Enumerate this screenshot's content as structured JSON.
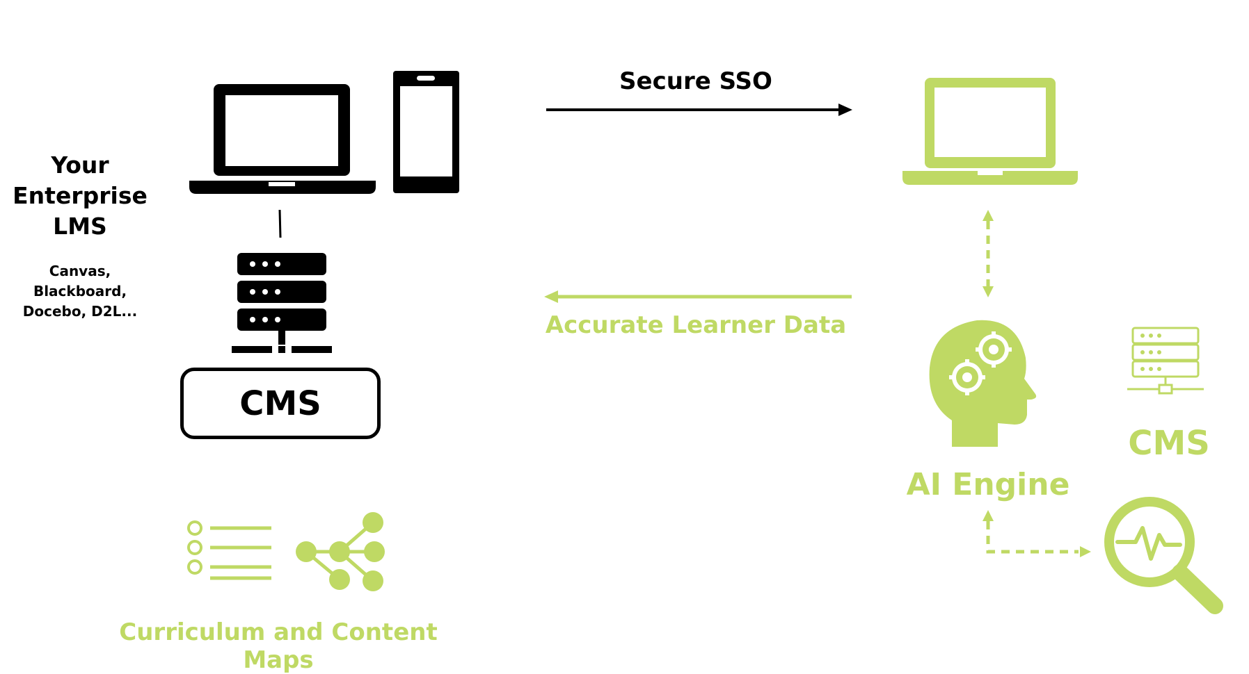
{
  "lms": {
    "title_line1": "Your",
    "title_line2": "Enterprise",
    "title_line3": "LMS",
    "examples_line1": "Canvas,",
    "examples_line2": "Blackboard,",
    "examples_line3": "Docebo, D2L..."
  },
  "local_cms": {
    "label": "CMS"
  },
  "flows": {
    "sso_label": "Secure SSO",
    "learner_data_label": "Accurate Learner Data"
  },
  "platform": {
    "ai_engine_label": "AI Engine",
    "cms_label": "CMS"
  },
  "curriculum": {
    "label": "Curriculum and Content Maps"
  },
  "colors": {
    "accent": "#bfd964",
    "dark": "#000000"
  },
  "icons": [
    "laptop-icon",
    "phone-icon",
    "server-icon",
    "laptop-icon",
    "brain-gears-icon",
    "server-icon",
    "analytics-magnifier-icon",
    "list-icon",
    "network-graph-icon"
  ]
}
